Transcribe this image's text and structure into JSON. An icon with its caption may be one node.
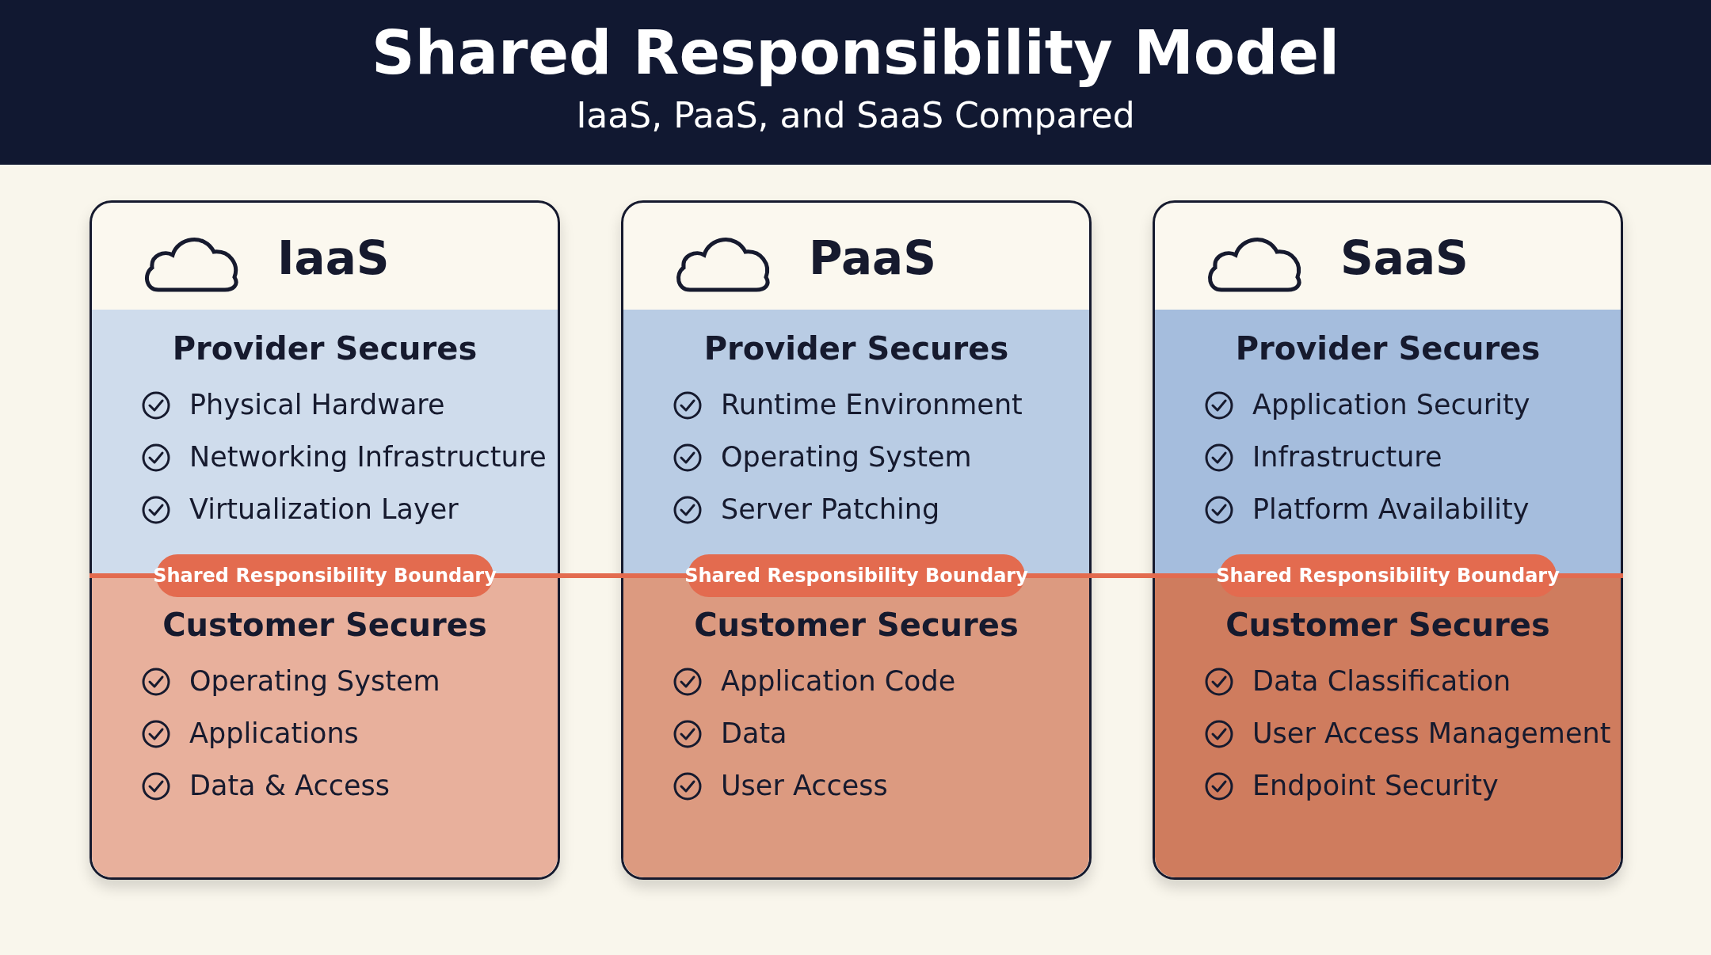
{
  "diagram": {
    "title": "Shared Responsibility Model",
    "nodes": [
      {
        "text": [
          "IaaS"
        ]
      },
      {
        "text": [
          "Provider Secures",
          "Physical Hardware",
          "Networking Infrastructure",
          "Virtualization Layer"
        ],
        "in": 0
      },
      {
        "text": [
          "Shared Responsibility Boundary"
        ],
        "in": 0
      },
      {
        "text": [
          "Customer Secures",
          "Operating System",
          "Applications",
          "Data & Access"
        ],
        "in": 0
      },
      {
        "text": [
          "PaaS"
        ]
      },
      {
        "text": [
          "Provider Secures",
          "Runtime Environment",
          "Operating System",
          "Server Patching"
        ],
        "in": 4
      },
      {
        "text": [
          "Shared Responsibility Boundary"
        ],
        "in": 4
      },
      {
        "text": [
          "Customer Secures",
          "Application Code",
          "Data",
          "User Access"
        ],
        "in": 4
      },
      {
        "text": [
          "SaaS"
        ]
      },
      {
        "text": [
          "Provider Secures",
          "Application Security",
          "Infrastructure",
          "Platform Availability"
        ],
        "in": 8
      },
      {
        "text": [
          "Shared Responsibility Boundary"
        ],
        "in": 8
      },
      {
        "text": [
          "Customer Secures",
          "Data Classification",
          "User Access Management",
          "Endpoint Security"
        ],
        "in": 8
      }
    ],
    "edges": [
      {
        "from": 2,
        "to": 6,
        "arrow": "none"
      },
      {
        "from": 6,
        "to": 10,
        "arrow": "none"
      }
    ],
    "labels": [
      "IaaS, PaaS, and SaaS Compared"
    ]
  }
}
